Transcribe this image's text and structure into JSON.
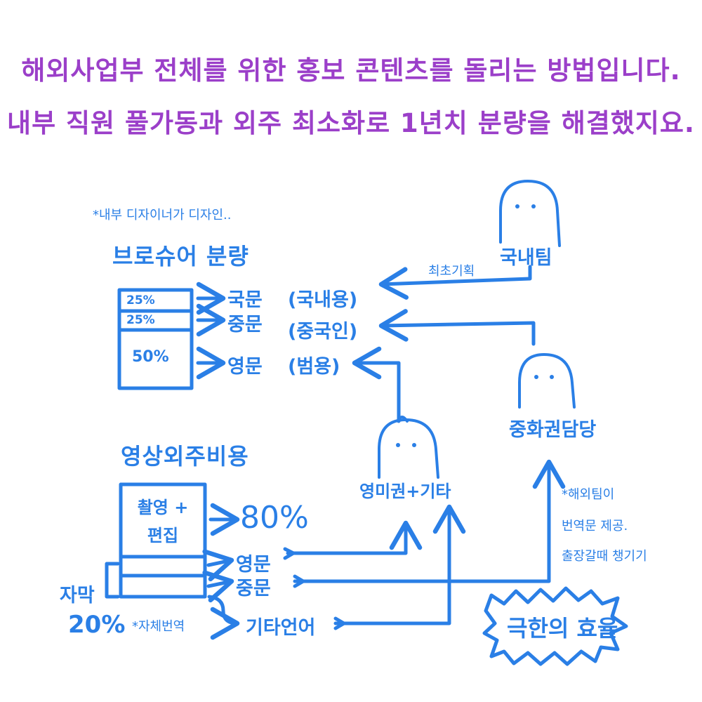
{
  "headline": {
    "line1": "해외사업부 전체를 위한 홍보 콘텐츠를 돌리는 방법입니다.",
    "line2": "내부 직원 풀가동과 외주 최소화로 1년치 분량을 해결했지요."
  },
  "brochure": {
    "note": "*내부 디자이너가 디자인..",
    "title": "브로슈어 분량",
    "segments": [
      "25%",
      "25%",
      "50%"
    ],
    "outputs": [
      "국문",
      "중문",
      "영문"
    ],
    "usages": [
      "(국내용)",
      "(중국인)",
      "(범용)"
    ]
  },
  "video": {
    "title": "영상외주비용",
    "box_label": "촬영 + 편집",
    "percent": "80%",
    "subtitle_label": "자막",
    "subtitle_percent": "20%",
    "self_translate_note": "*자체번역",
    "outputs": [
      "영문",
      "중문",
      "기타언어"
    ]
  },
  "teams": {
    "domestic": "국내팀",
    "chinese": "중화권담당",
    "english": "영미권+기타",
    "initial_plan": "최초기획",
    "overseas_note": [
      "*해외팀이",
      "번역문 제공.",
      "출장갈때 챙기기"
    ]
  },
  "badge": "극한의 효율",
  "colors": {
    "headline": "#9b3fc9",
    "ink": "#2a7fe6"
  }
}
